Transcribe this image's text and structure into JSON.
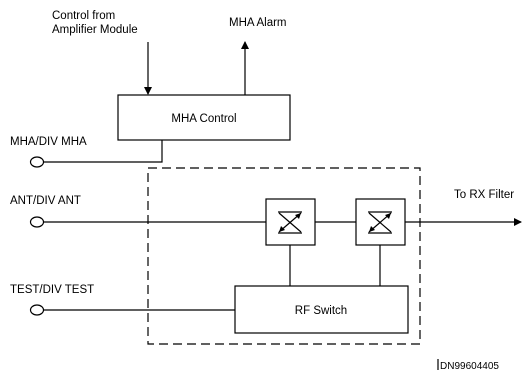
{
  "labels": {
    "control_from_line1": "Control from",
    "control_from_line2": "Amplifier Module",
    "mha_alarm": "MHA Alarm",
    "mha_control": "MHA Control",
    "mha_div_mha": "MHA/DIV MHA",
    "ant_div_ant": "ANT/DIV ANT",
    "to_rx_filter": "To RX Filter",
    "test_div_test": "TEST/DIV TEST",
    "rf_switch": "RF Switch",
    "figure_code": "DN99604405"
  }
}
